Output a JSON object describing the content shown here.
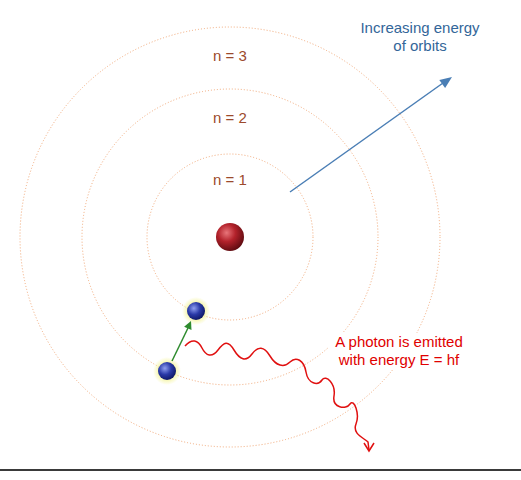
{
  "diagram": {
    "labels": [
      "Increasing energy of orbits",
      "n = 3",
      "n = 2",
      "n = 1",
      "A photon is emitted with energy E = hf"
    ]
  }
}
